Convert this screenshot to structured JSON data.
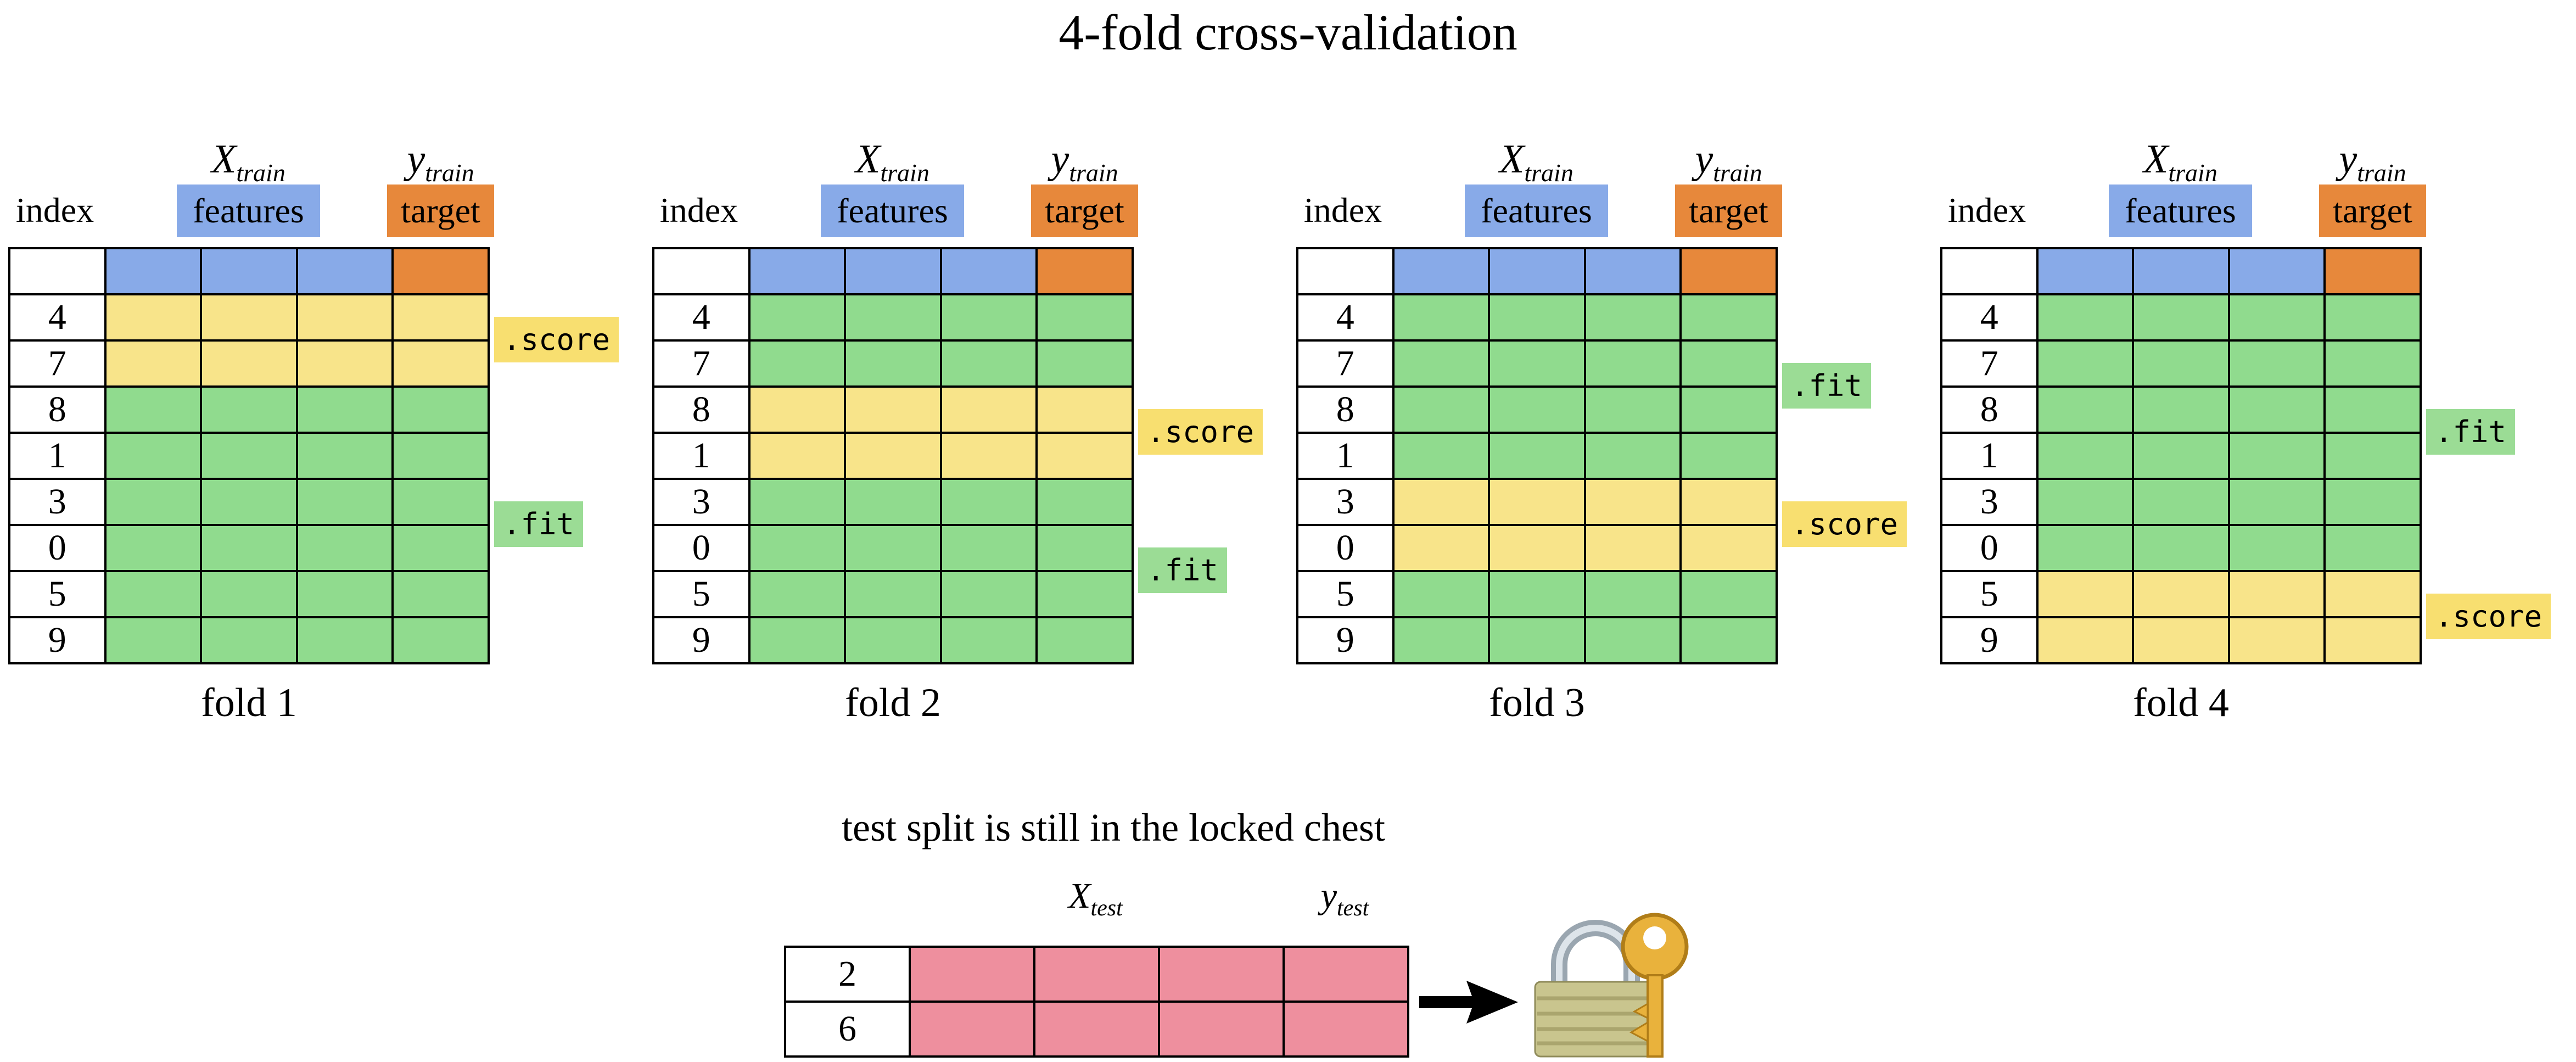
{
  "title": "4-fold cross-validation",
  "colors": {
    "blue": "#88aae8",
    "orange": "#e7883b",
    "yellow_cell": "#f8e48a",
    "yellow_label": "#f8df70",
    "green_cell": "#90db8e",
    "green_label": "#9bdc95",
    "pink": "#ee8f9e",
    "border": "#000000"
  },
  "fold_header": {
    "index_label": "index",
    "x_label_main": "X",
    "x_label_sub": "train",
    "features_label": "features",
    "y_label_main": "y",
    "y_label_sub": "train",
    "target_label": "target"
  },
  "row_indices": [
    "4",
    "7",
    "8",
    "1",
    "3",
    "0",
    "5",
    "9"
  ],
  "folds": [
    {
      "caption": "fold 1",
      "score_label": ".score",
      "fit_label": ".fit",
      "score_rows": [
        0,
        1
      ],
      "fit_rows": [
        2,
        7
      ]
    },
    {
      "caption": "fold 2",
      "score_label": ".score",
      "fit_label": ".fit",
      "score_rows": [
        2,
        3
      ],
      "fit_rows": [
        4,
        7
      ]
    },
    {
      "caption": "fold 3",
      "score_label": ".score",
      "fit_label": ".fit",
      "score_rows": [
        4,
        5
      ],
      "fit_rows": [
        0,
        3
      ]
    },
    {
      "caption": "fold 4",
      "score_label": ".score",
      "fit_label": ".fit",
      "score_rows": [
        6,
        7
      ],
      "fit_rows": [
        0,
        5
      ]
    }
  ],
  "test_section": {
    "heading": "test split is still in the locked chest",
    "x_label_main": "X",
    "x_label_sub": "test",
    "y_label_main": "y",
    "y_label_sub": "test",
    "row_indices": [
      "2",
      "6"
    ],
    "arrow_icon": "right-arrow",
    "lock_icon": "padlock-with-key"
  }
}
